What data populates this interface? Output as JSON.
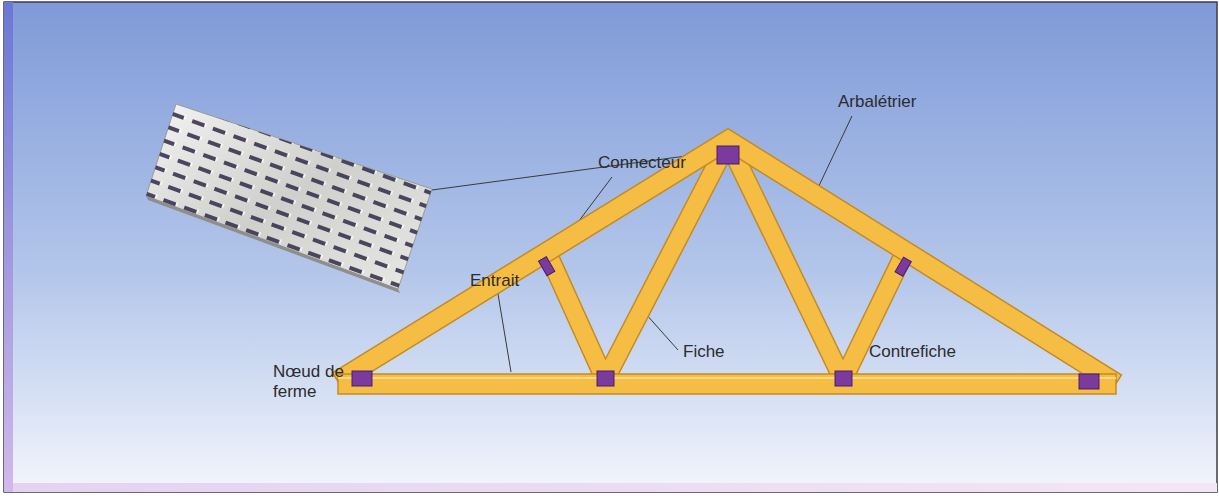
{
  "diagram": {
    "labels": [
      "Connecteur",
      "Arbalétrier",
      "Nœud de ferme",
      "Entrait",
      "Fiche",
      "Contrefiche"
    ]
  }
}
